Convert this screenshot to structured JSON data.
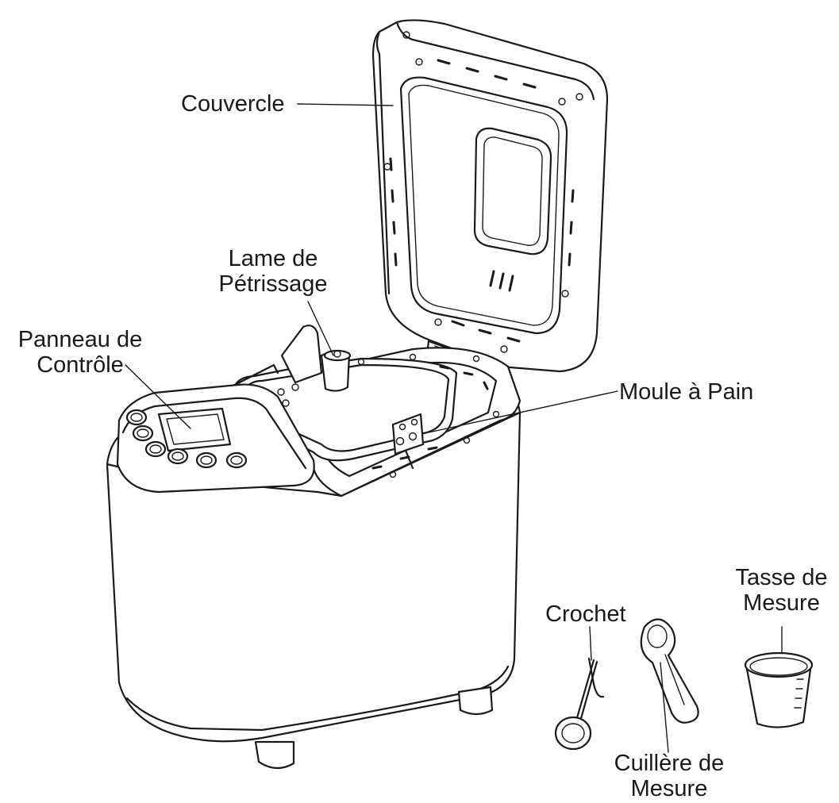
{
  "labels": {
    "couvercle": "Couvercle",
    "lame_line1": "Lame de",
    "lame_line2": "Pétrissage",
    "panneau_line1": "Panneau de",
    "panneau_line2": "Contrôle",
    "moule": "Moule à Pain",
    "crochet": "Crochet",
    "tasse_line1": "Tasse de",
    "tasse_line2": "Mesure",
    "cuillere_line1": "Cuillère de",
    "cuillere_line2": "Mesure"
  }
}
